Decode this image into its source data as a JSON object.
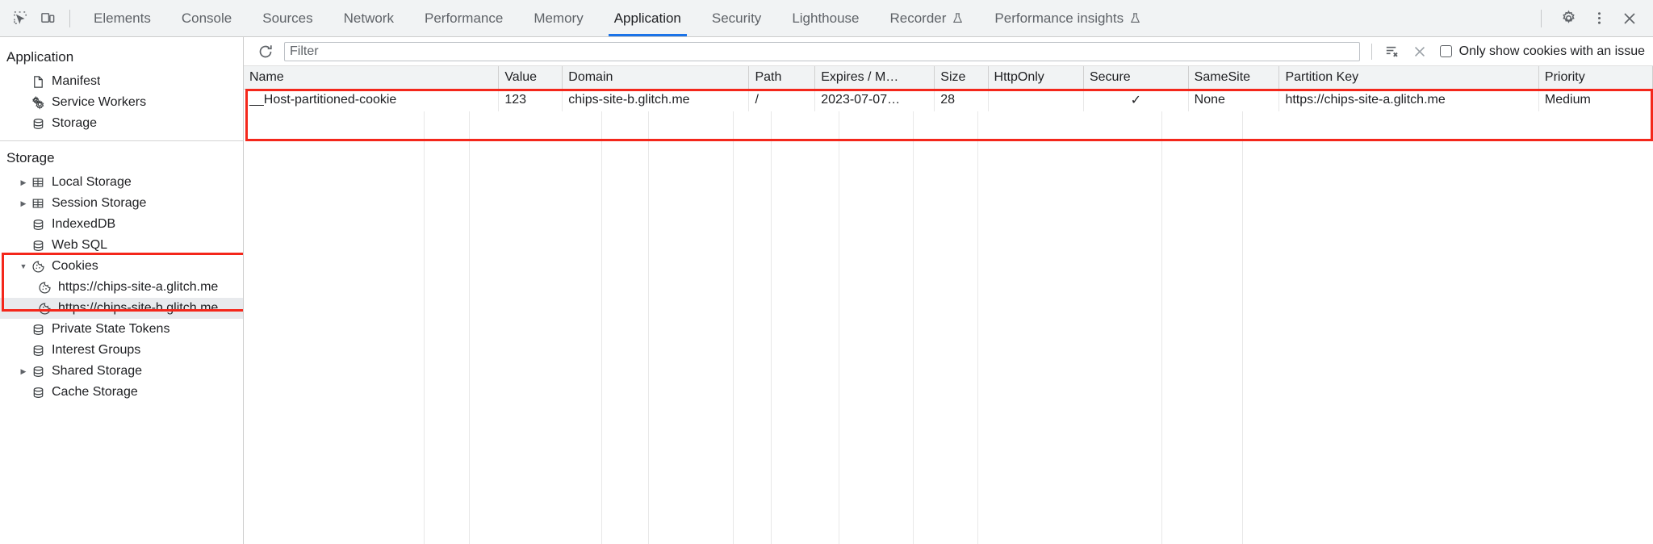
{
  "toolbar": {
    "inspect_icon": "inspect-element-icon",
    "device_icon": "device-toolbar-icon",
    "tabs": [
      {
        "label": "Elements",
        "active": false,
        "experimental": false
      },
      {
        "label": "Console",
        "active": false,
        "experimental": false
      },
      {
        "label": "Sources",
        "active": false,
        "experimental": false
      },
      {
        "label": "Network",
        "active": false,
        "experimental": false
      },
      {
        "label": "Performance",
        "active": false,
        "experimental": false
      },
      {
        "label": "Memory",
        "active": false,
        "experimental": false
      },
      {
        "label": "Application",
        "active": true,
        "experimental": false
      },
      {
        "label": "Security",
        "active": false,
        "experimental": false
      },
      {
        "label": "Lighthouse",
        "active": false,
        "experimental": false
      },
      {
        "label": "Recorder",
        "active": false,
        "experimental": true
      },
      {
        "label": "Performance insights",
        "active": false,
        "experimental": true
      }
    ],
    "settings_icon": "gear-icon",
    "more_icon": "three-dot-menu-icon",
    "close_icon": "close-icon"
  },
  "sidebar": {
    "application_section": {
      "title": "Application",
      "items": [
        {
          "label": "Manifest",
          "icon": "manifest-document-icon",
          "twisty": "none",
          "selected": false
        },
        {
          "label": "Service Workers",
          "icon": "service-workers-gear-icon",
          "twisty": "none",
          "selected": false
        },
        {
          "label": "Storage",
          "icon": "database-icon",
          "twisty": "none",
          "selected": false
        }
      ]
    },
    "storage_section": {
      "title": "Storage",
      "items": [
        {
          "label": "Local Storage",
          "icon": "table-grid-icon",
          "twisty": "collapsed",
          "selected": false
        },
        {
          "label": "Session Storage",
          "icon": "table-grid-icon",
          "twisty": "collapsed",
          "selected": false
        },
        {
          "label": "IndexedDB",
          "icon": "database-icon",
          "twisty": "none",
          "selected": false
        },
        {
          "label": "Web SQL",
          "icon": "database-icon",
          "twisty": "none",
          "selected": false
        },
        {
          "label": "Cookies",
          "icon": "cookie-icon",
          "twisty": "expanded",
          "selected": false
        },
        {
          "label": "https://chips-site-a.glitch.me",
          "icon": "cookie-icon",
          "twisty": "none",
          "selected": false,
          "child": true
        },
        {
          "label": "https://chips-site-b.glitch.me",
          "icon": "cookie-icon",
          "twisty": "none",
          "selected": true,
          "child": true
        },
        {
          "label": "Private State Tokens",
          "icon": "database-icon",
          "twisty": "none",
          "selected": false
        },
        {
          "label": "Interest Groups",
          "icon": "database-icon",
          "twisty": "none",
          "selected": false
        },
        {
          "label": "Shared Storage",
          "icon": "database-icon",
          "twisty": "collapsed",
          "selected": false
        },
        {
          "label": "Cache Storage",
          "icon": "database-icon",
          "twisty": "none",
          "selected": false
        }
      ]
    }
  },
  "filterbar": {
    "refresh_icon": "refresh-icon",
    "filter_placeholder": "Filter",
    "filter_value": "",
    "clear_filtered_icon": "clear-filtered-cookies-icon",
    "clear_all_icon": "clear-all-cookies-icon",
    "checkbox_label": "Only show cookies with an issue",
    "checkbox_checked": false
  },
  "cookie_table": {
    "columns": [
      "Name",
      "Value",
      "Domain",
      "Path",
      "Expires / M…",
      "Size",
      "HttpOnly",
      "Secure",
      "SameSite",
      "Partition Key",
      "Priority"
    ],
    "rows": [
      {
        "Name": "__Host-partitioned-cookie",
        "Value": "123",
        "Domain": "chips-site-b.glitch.me",
        "Path": "/",
        "Expires / M…": "2023-07-07…",
        "Size": "28",
        "HttpOnly": "",
        "Secure": "✓",
        "SameSite": "None",
        "Partition Key": "https://chips-site-a.glitch.me",
        "Priority": "Medium"
      }
    ]
  },
  "annotations": {
    "highlight_color": "#f4271b",
    "boxes": [
      "cookie-table-highlight",
      "cookies-tree-highlight"
    ]
  }
}
